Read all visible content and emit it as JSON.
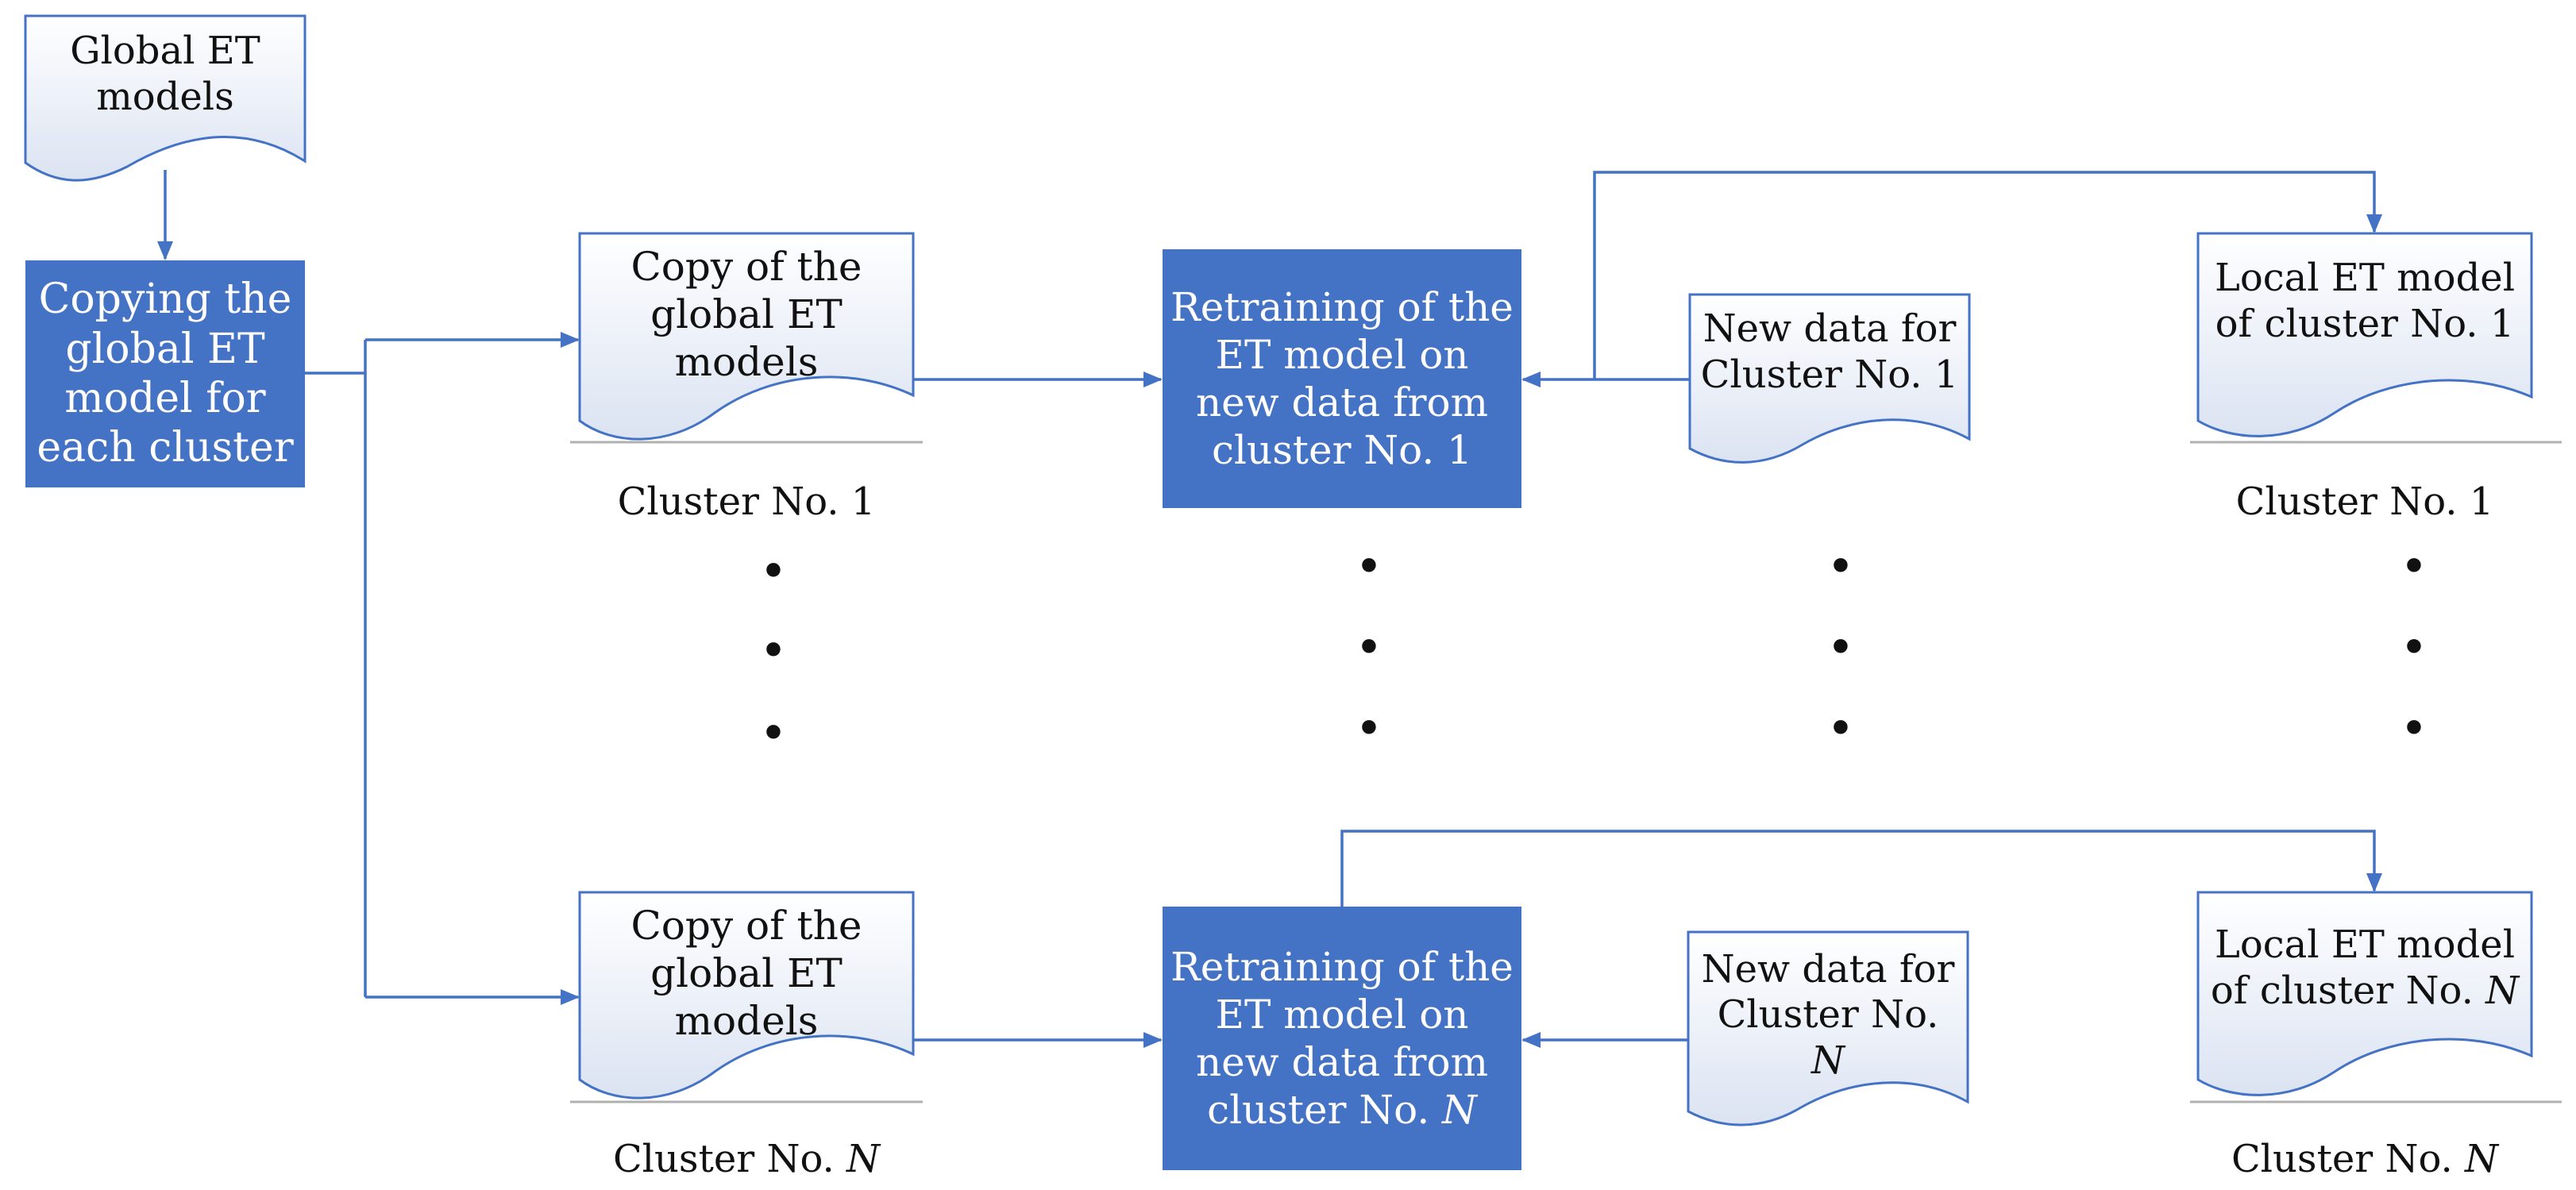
{
  "colors": {
    "accent": "#4472C4",
    "process_fill": "#4472C4",
    "doc_fill_top": "#ffffff",
    "doc_fill_bottom": "#dbe3f2",
    "text_on_process": "#ffffff",
    "text": "#111111",
    "divider": "#b0b0b0"
  },
  "nodes": {
    "global_models": [
      "Global ET",
      "models"
    ],
    "copy_process": [
      "Copying the",
      "global ET",
      "model for",
      "each cluster"
    ],
    "copy_doc_1": [
      "Copy of the",
      "global ET",
      "models"
    ],
    "copy_doc_n": [
      "Copy of the",
      "global ET",
      "models"
    ],
    "retrain_1": [
      "Retraining of the",
      "ET model on",
      "new data from",
      "cluster No. 1"
    ],
    "retrain_n": [
      "Retraining of the",
      "ET model on",
      "new data from",
      "cluster No."
    ],
    "retrain_n_var": "N",
    "new_data_1": [
      "New data for",
      "Cluster No. 1"
    ],
    "new_data_n": [
      "New data for",
      "Cluster No.",
      "N"
    ],
    "local_1": [
      "Local ET model",
      "of cluster No. 1"
    ],
    "local_n": [
      "Local ET model",
      "of cluster No."
    ],
    "local_n_var": "N"
  },
  "captions": {
    "cluster_1_left": "Cluster No. 1",
    "cluster_1_right": "Cluster No. 1",
    "cluster_n_prefix": "Cluster No.",
    "cluster_n_var": "N"
  },
  "ellipsis_glyph": "•"
}
